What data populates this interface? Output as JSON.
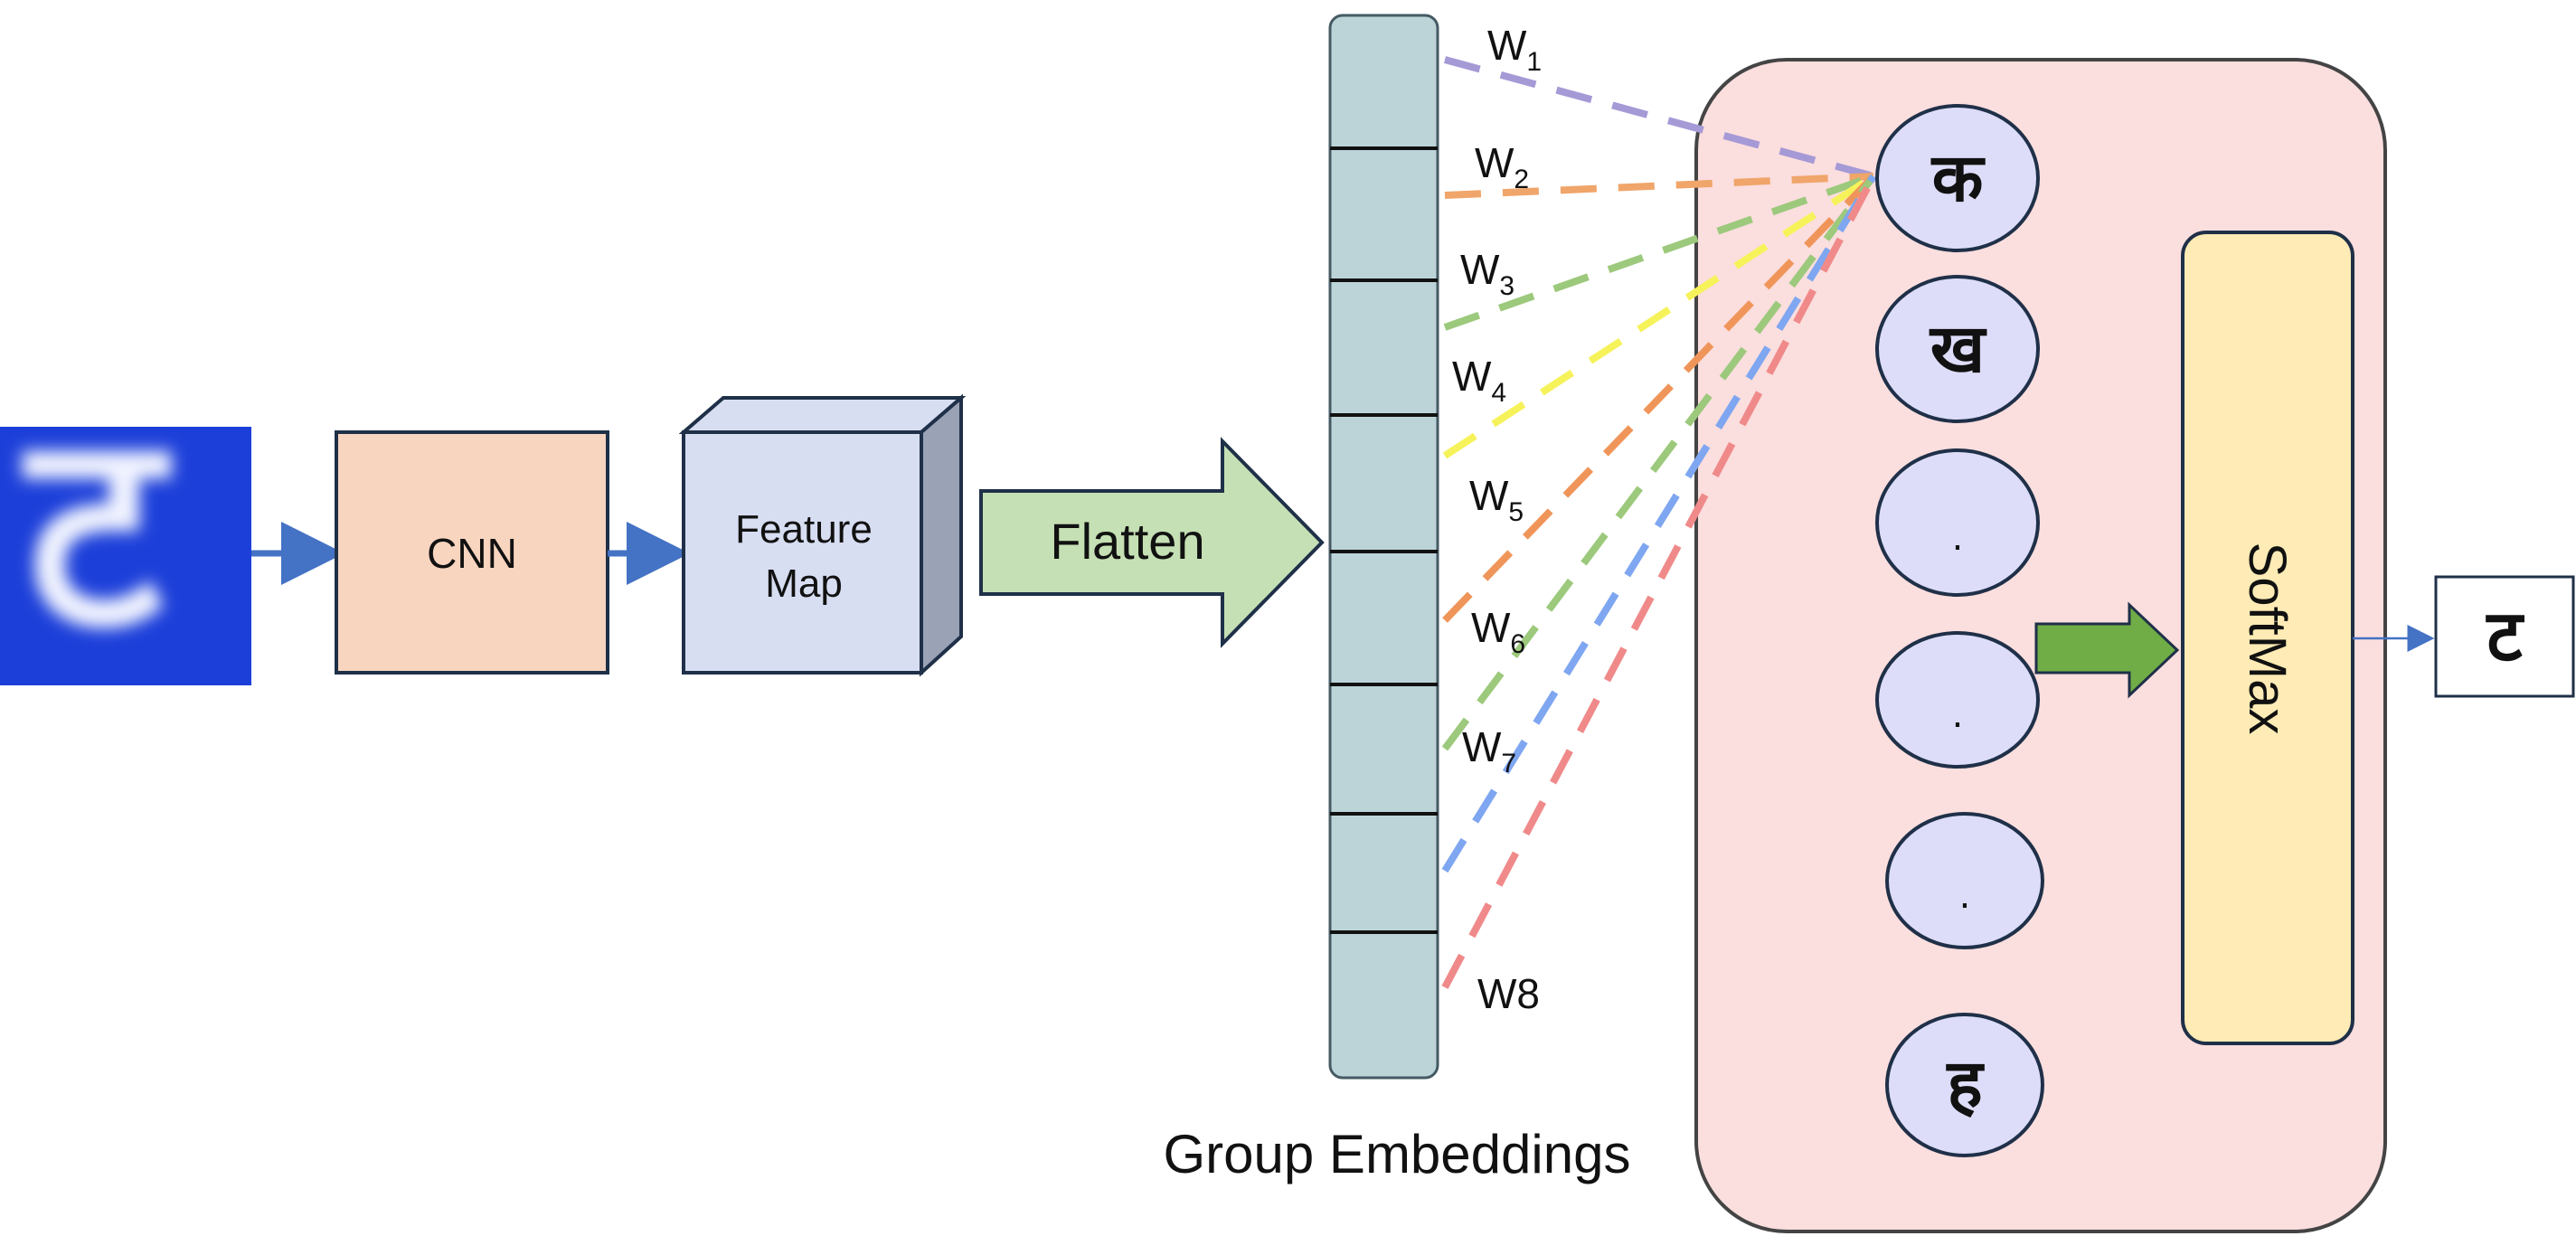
{
  "diagram": {
    "cnn_label": "CNN",
    "feature_map_label_1": "Feature",
    "feature_map_label_2": "Map",
    "flatten_label": "Flatten",
    "group_embeddings_label": "Group Embeddings",
    "softmax_label": "SoftMax",
    "output_char": "ट",
    "input_char": "ट",
    "weights": [
      {
        "w": "W",
        "sub": "1",
        "color": "#a59ad6"
      },
      {
        "w": "W",
        "sub": "2",
        "color": "#f0a56a"
      },
      {
        "w": "W",
        "sub": "3",
        "color": "#9cc97c"
      },
      {
        "w": "W",
        "sub": "4",
        "color": "#f6f25a"
      },
      {
        "w": "W",
        "sub": "5",
        "color": "#f0955a"
      },
      {
        "w": "W",
        "sub": "6",
        "color": "#9cc97c"
      },
      {
        "w": "W",
        "sub": "7",
        "color": "#7fa6f0"
      },
      {
        "w": "W8",
        "sub": "",
        "color": "#f08a8a"
      }
    ],
    "nodes": [
      "क",
      "ख",
      ".",
      ".",
      ".",
      "ह"
    ],
    "colors": {
      "input_bg": "#1c3fd9",
      "cnn_fill": "#f8d5bf",
      "feature_fill": "#d7def2",
      "feature_side": "#9aa3b6",
      "flatten_fill": "#c5e0b4",
      "embed_fill": "#bcd4d8",
      "panel_fill": "#fbdede",
      "node_fill": "#ddddfa",
      "softmax_fill": "#feebb5",
      "green_arrow": "#70ad47",
      "stroke": "#1f3048",
      "blue_arrow": "#4472c4"
    }
  }
}
